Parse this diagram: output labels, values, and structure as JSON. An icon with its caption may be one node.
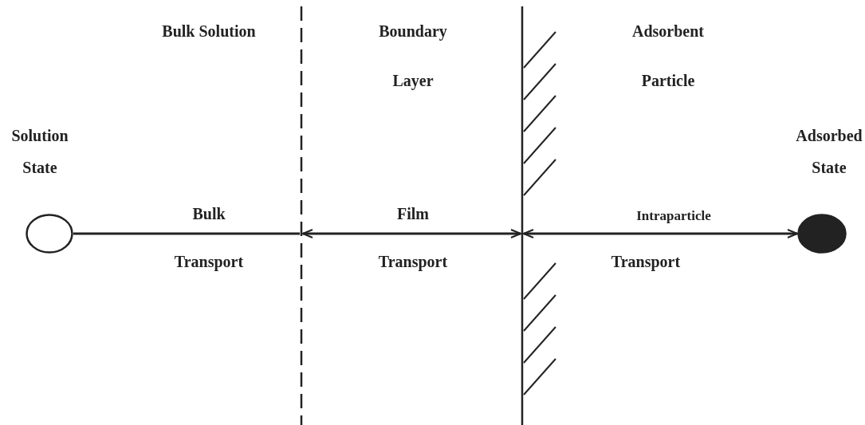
{
  "diagram": {
    "nodes": [
      {
        "text": [],
        "shape": "circle",
        "beside": [
          "Solution State"
        ]
      },
      {
        "text": [],
        "shape": "line"
      },
      {
        "text": [],
        "shape": "wall"
      },
      {
        "text": [],
        "shape": "circle",
        "beside": [
          "Adsorbed State"
        ]
      }
    ],
    "edges": [
      {
        "from": 0,
        "to": 1,
        "arrow": "none"
      },
      {
        "from": 1,
        "to": 2,
        "arrow": "both"
      },
      {
        "from": 2,
        "to": 3,
        "arrow": "both"
      }
    ],
    "labels": [
      "Bulk Solution",
      "Boundary Layer",
      "Adsorbent Particle",
      "Bulk",
      "Film",
      "Intraparticle",
      "Transport",
      "Transport",
      "Transport"
    ]
  }
}
